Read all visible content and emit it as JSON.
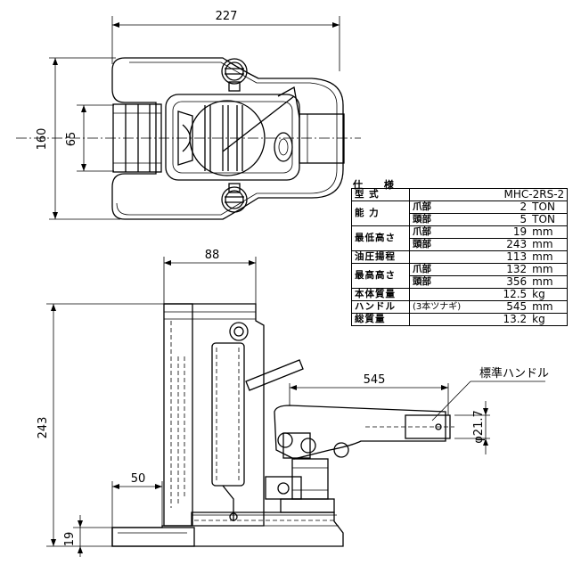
{
  "dimensions": {
    "top_width": "227",
    "top_height": "160",
    "top_inner": "65",
    "side_width": "88",
    "side_height": "243",
    "claw_offset": "50",
    "base_height": "19",
    "handle_length": "545",
    "handle_dia": "φ21.7"
  },
  "handle_label": "標準ハンドル",
  "spec": {
    "title": "仕 様",
    "model_label": "型 式",
    "model_value": "MHC-2RS-2",
    "capacity_label": "能 力",
    "capacity_claw_sub": "爪部",
    "capacity_claw_value": "2",
    "capacity_claw_unit": "TON",
    "capacity_head_sub": "頭部",
    "capacity_head_value": "5",
    "capacity_head_unit": "TON",
    "min_height_label": "最低高さ",
    "min_claw_sub": "爪部",
    "min_claw_value": "19",
    "min_claw_unit": "mm",
    "min_head_sub": "頭部",
    "min_head_value": "243",
    "min_head_unit": "mm",
    "stroke_label": "油圧揚程",
    "stroke_value": "113",
    "stroke_unit": "mm",
    "max_height_label": "最高高さ",
    "max_claw_sub": "爪部",
    "max_claw_value": "132",
    "max_claw_unit": "mm",
    "max_head_sub": "頭部",
    "max_head_value": "356",
    "max_head_unit": "mm",
    "body_mass_label": "本体質量",
    "body_mass_value": "12.5",
    "body_mass_unit": "kg",
    "handle_label": "ハンドル",
    "handle_note": "(3本ツナギ)",
    "handle_value": "545",
    "handle_unit": "mm",
    "total_mass_label": "総質量",
    "total_mass_value": "13.2",
    "total_mass_unit": "kg"
  }
}
